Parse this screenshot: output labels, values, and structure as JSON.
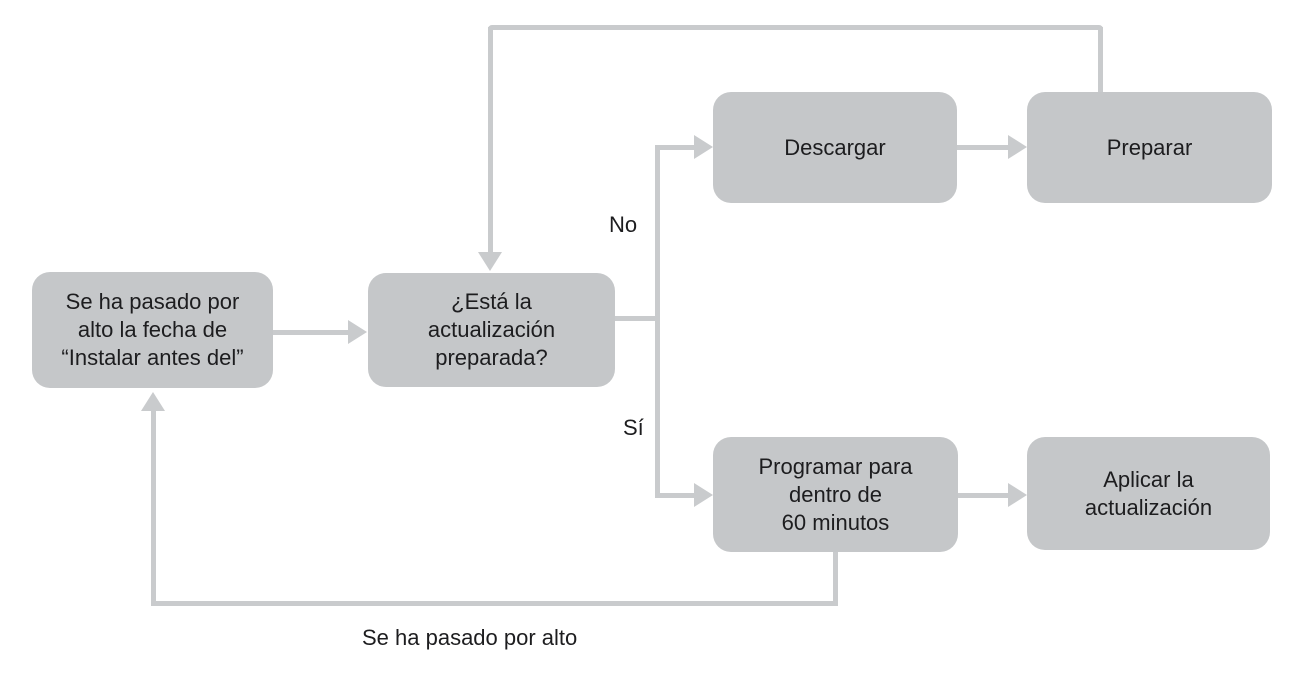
{
  "diagram": {
    "type": "flowchart",
    "nodes": {
      "overdue": {
        "label": "Se ha pasado por\nalto la fecha de\n“Instalar antes del”"
      },
      "ready_question": {
        "label": "¿Está la\nactualización\npreparada?"
      },
      "download": {
        "label": "Descargar"
      },
      "prepare": {
        "label": "Preparar"
      },
      "schedule": {
        "label": "Programar para\ndentro de\n60 minutos"
      },
      "apply": {
        "label": "Aplicar la\nactualización"
      }
    },
    "edge_labels": {
      "no": "No",
      "yes": "Sí",
      "skipped": "Se ha pasado por alto"
    },
    "colors": {
      "background": "#ffffff",
      "node_fill": "#c5c7c9",
      "line": "#c9cbcd",
      "text": "#1d1d1f"
    }
  }
}
